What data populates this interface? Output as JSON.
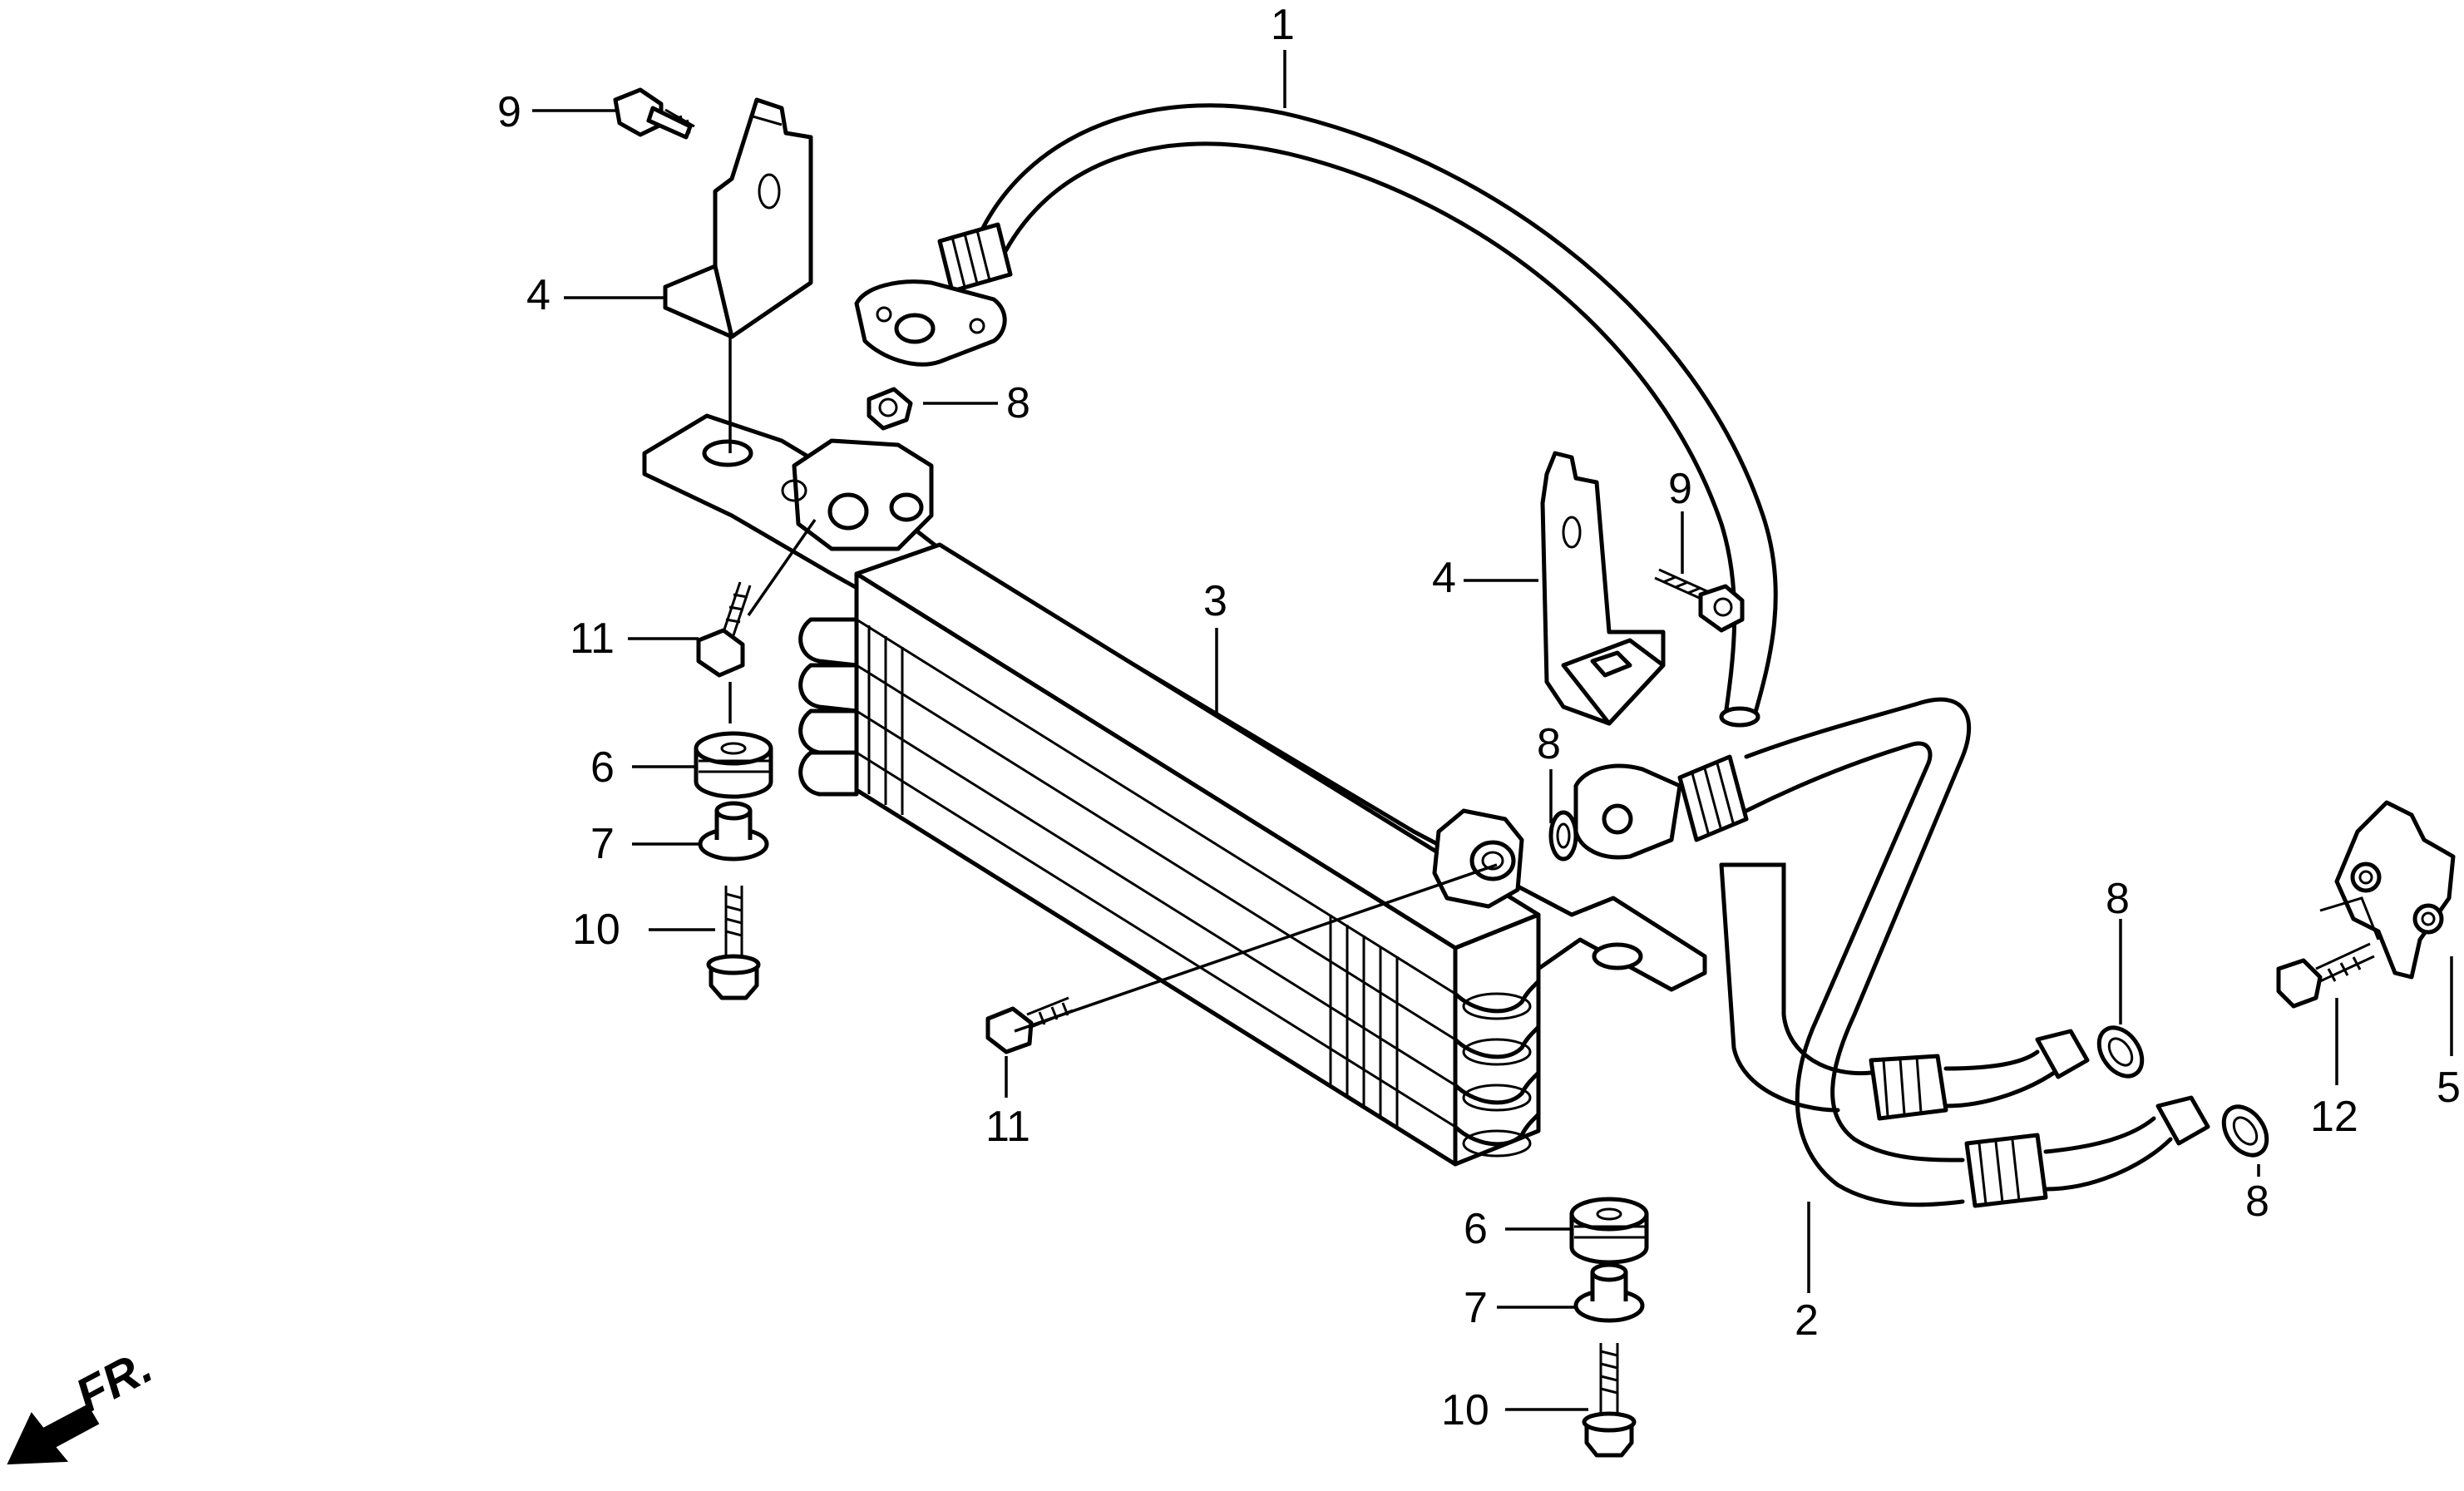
{
  "callouts": [
    {
      "id": "c1",
      "text": "1"
    },
    {
      "id": "c2",
      "text": "2"
    },
    {
      "id": "c3",
      "text": "3"
    },
    {
      "id": "c4a",
      "text": "4"
    },
    {
      "id": "c4b",
      "text": "4"
    },
    {
      "id": "c5",
      "text": "5"
    },
    {
      "id": "c6a",
      "text": "6"
    },
    {
      "id": "c6b",
      "text": "6"
    },
    {
      "id": "c7a",
      "text": "7"
    },
    {
      "id": "c7b",
      "text": "7"
    },
    {
      "id": "c8a",
      "text": "8"
    },
    {
      "id": "c8b",
      "text": "8"
    },
    {
      "id": "c8c",
      "text": "8"
    },
    {
      "id": "c8d",
      "text": "8"
    },
    {
      "id": "c9a",
      "text": "9"
    },
    {
      "id": "c9b",
      "text": "9"
    },
    {
      "id": "c10a",
      "text": "10"
    },
    {
      "id": "c10b",
      "text": "10"
    },
    {
      "id": "c11a",
      "text": "11"
    },
    {
      "id": "c11b",
      "text": "11"
    },
    {
      "id": "c12",
      "text": "12"
    }
  ],
  "direction_marker": {
    "text": "FR.",
    "icon": "front-direction-arrow-icon"
  }
}
